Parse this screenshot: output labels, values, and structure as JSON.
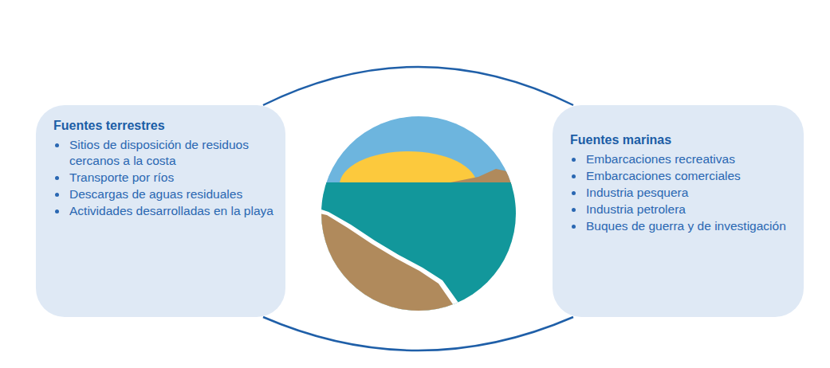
{
  "diagram": {
    "nodes": [
      {
        "text": [
          "Fuentes terrestres",
          "Sitios de disposición de residuos cercanos a la costa",
          "Transporte por ríos",
          "Descargas de aguas residuales",
          "Actividades desarrolladas en la playa"
        ]
      },
      {
        "text": [
          "Fuentes marinas",
          "Embarcaciones recreativas",
          "Embarcaciones comerciales",
          "Industria pesquera",
          "Industria petrolera",
          "Buques de guerra y de investigación"
        ]
      }
    ],
    "edges": [
      {
        "from": 0,
        "to": 1,
        "arrow": "none"
      },
      {
        "from": 0,
        "to": 1,
        "arrow": "none"
      }
    ]
  }
}
